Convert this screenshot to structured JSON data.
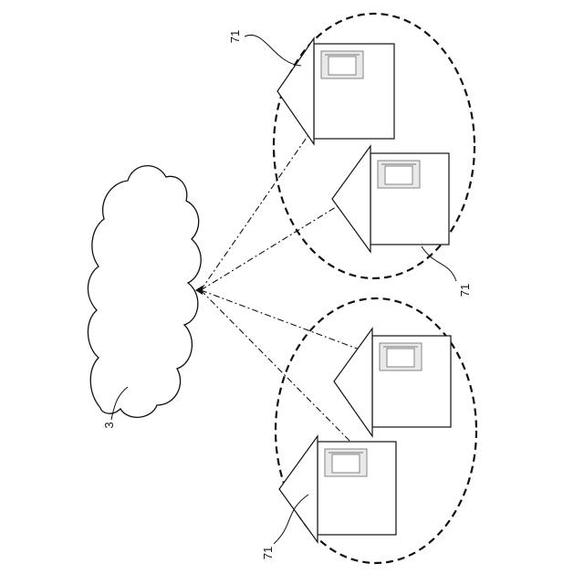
{
  "labels": {
    "cloud_ref": "3",
    "house_ref_top": "71",
    "house_ref_mid": "71",
    "house_ref_bottom": "71"
  },
  "colors": {
    "stroke": "#111111",
    "device_fill": "#e9e9e9",
    "device_stroke": "#777777",
    "background": "#ffffff"
  }
}
